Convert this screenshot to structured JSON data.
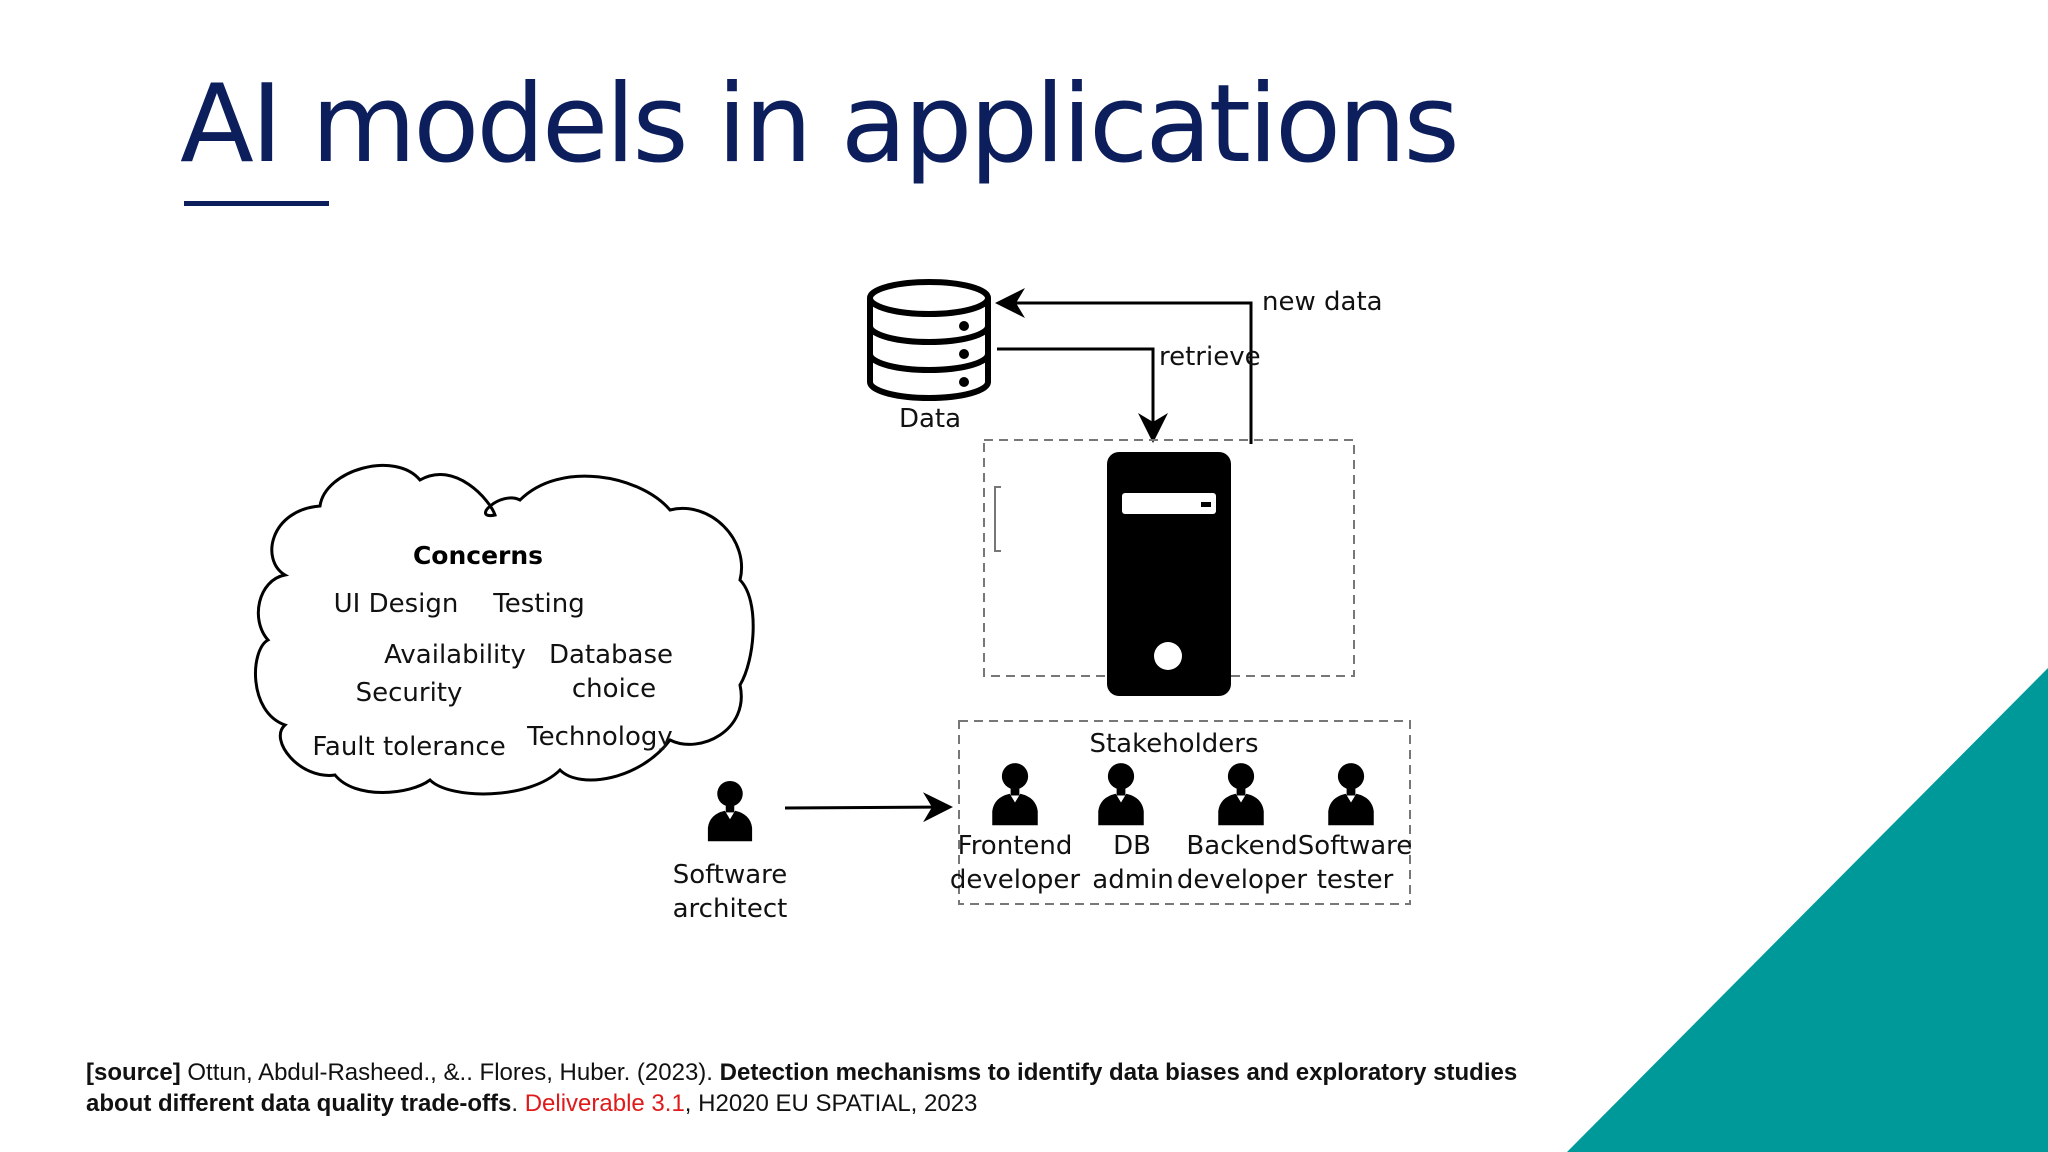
{
  "slide": {
    "title": "AI models in applications"
  },
  "diagram": {
    "data_label": "Data",
    "new_data_label": "new data",
    "retrieve_label": "retrieve",
    "concerns": {
      "title": "Concerns",
      "items": [
        "UI Design",
        "Testing",
        "Availability",
        "Database",
        "choice",
        "Security",
        "Fault tolerance",
        "Technology"
      ]
    },
    "architect": {
      "line1": "Software",
      "line2": "architect"
    },
    "stakeholders": {
      "title": "Stakeholders",
      "roles": [
        {
          "line1": "Frontend",
          "line2": "developer"
        },
        {
          "line1": "DB",
          "line2": "admin"
        },
        {
          "line1": "Backend",
          "line2": "developer"
        },
        {
          "line1": "Software",
          "line2": "tester"
        }
      ]
    }
  },
  "source": {
    "tag": "[source]",
    "authors": " Ottun, Abdul-Rasheed., &.. Flores, Huber. (2023). ",
    "title": "Detection mechanisms to identify data biases and exploratory studies about different data quality trade-offs",
    "period": ". ",
    "deliverable": "Deliverable 3.1",
    "tail": ", H2020 EU SPATIAL, 2023"
  },
  "colors": {
    "title": "#0c1f5c",
    "accent_triangle": "#00999a",
    "deliverable_link": "#e01a1a"
  }
}
